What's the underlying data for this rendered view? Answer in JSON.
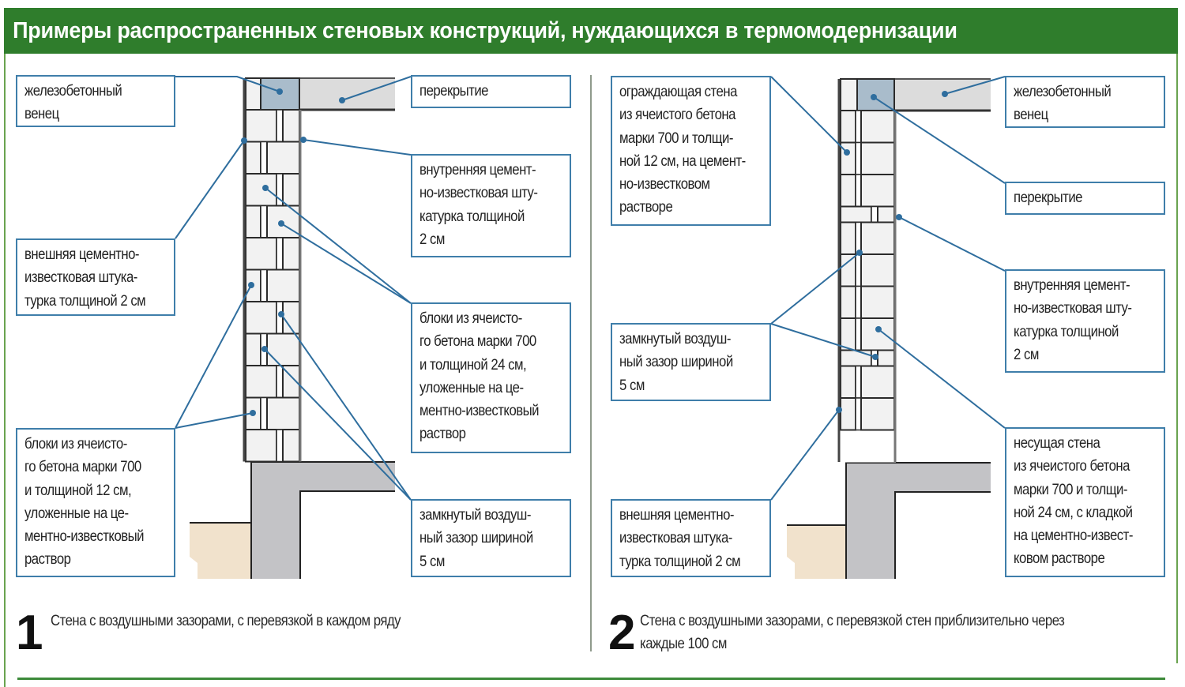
{
  "header": {
    "title": "Примеры распространенных стеновых конструкций, нуждающихся в термомодернизации",
    "background_color": "#2f7d2c"
  },
  "colors": {
    "label_border": "#3f7eaa",
    "leader_line": "#2f6e9e",
    "block_fill": "#f2f2f2",
    "rim_beam_fill": "#a9bccb",
    "slab_fill": "#dcdcdc",
    "foundation_fill": "#c3c3c6",
    "soil_fill": "#f1e2cc",
    "frame_green": "#6aa34f"
  },
  "diagram1": {
    "number": "1",
    "caption": "Стена с воздушными зазорами, с перевязкой в каждом ряду",
    "labels": {
      "rim_beam": "железобетонный\nвенец",
      "external_plaster": "внешняя цементно-\nизвестковая штука-\nтурка толщиной 2 см",
      "outer_blocks": "блоки из ячеисто-\nго бетона марки 700\nи толщиной 12 см,\nуложенные на це-\nментно-известковый\nраствор",
      "floor_slab": "перекрытие",
      "internal_plaster": "внутренняя цемент-\nно-известковая шту-\nкатурка толщиной\n2 см",
      "inner_blocks": "блоки из ячеисто-\nго бетона марки 700\nи толщиной 24 см,\nуложенные на це-\nментно-известковый\nраствор",
      "air_gap": "замкнутый воздуш-\nный зазор шириной\n5 см"
    }
  },
  "diagram2": {
    "number": "2",
    "caption": "Стена с воздушными зазорами, с перевязкой стен приблизительно через\nкаждые 100 см",
    "labels": {
      "curtain_wall": "ограждающая стена\nиз ячеистого бетона\nмарки 700 и толщи-\nной 12 см, на цемент-\nно-известковом\nрастворе",
      "air_gap": "замкнутый воздуш-\nный зазор шириной\n5 см",
      "external_plaster": "внешняя цементно-\nизвестковая штука-\nтурка толщиной 2 см",
      "rim_beam": "железобетонный\nвенец",
      "floor_slab": "перекрытие",
      "internal_plaster": "внутренняя цемент-\nно-известковая шту-\nкатурка толщиной\n2 см",
      "bearing_wall": "несущая стена\nиз ячеистого бетона\nмарки 700 и толщи-\nной 24 см, с кладкой\nна цементно-извест-\nковом растворе"
    }
  }
}
